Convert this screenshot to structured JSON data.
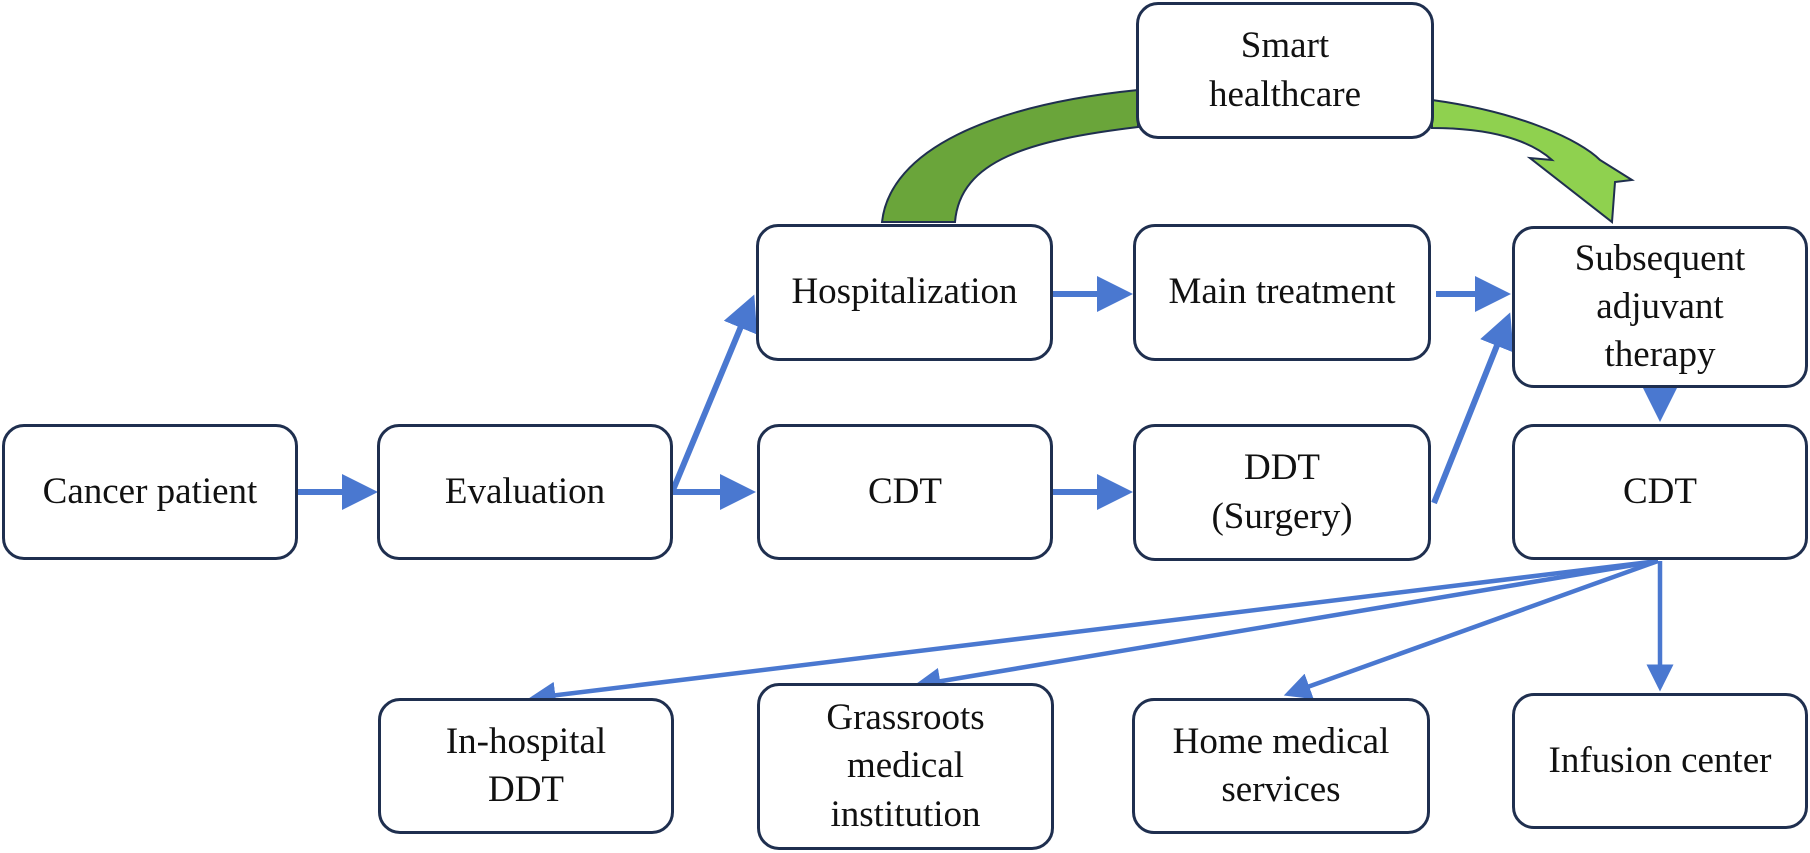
{
  "colors": {
    "node_border": "#1f2f4f",
    "arrow": "#4a78d0",
    "arc_left": "#6aa53a",
    "arc_right": "#8fd14f",
    "arc_outline": "#1f2f4f"
  },
  "nodes": {
    "cancer_patient": [
      "Cancer patient"
    ],
    "evaluation": [
      "Evaluation"
    ],
    "hospitalization": [
      "Hospitalization"
    ],
    "main_treatment": [
      "Main treatment"
    ],
    "smart_healthcare": [
      "Smart",
      "healthcare"
    ],
    "subsequent_adjuvant": [
      "Subsequent",
      "adjuvant",
      "therapy"
    ],
    "cdt_mid": [
      "CDT"
    ],
    "ddt_surgery": [
      "DDT",
      "(Surgery)"
    ],
    "cdt_right": [
      "CDT"
    ],
    "in_hospital_ddt": [
      "In-hospital",
      "DDT"
    ],
    "grassroots": [
      "Grassroots",
      "medical",
      "institution"
    ],
    "home_medical": [
      "Home medical",
      "services"
    ],
    "infusion_center": [
      "Infusion center"
    ]
  }
}
